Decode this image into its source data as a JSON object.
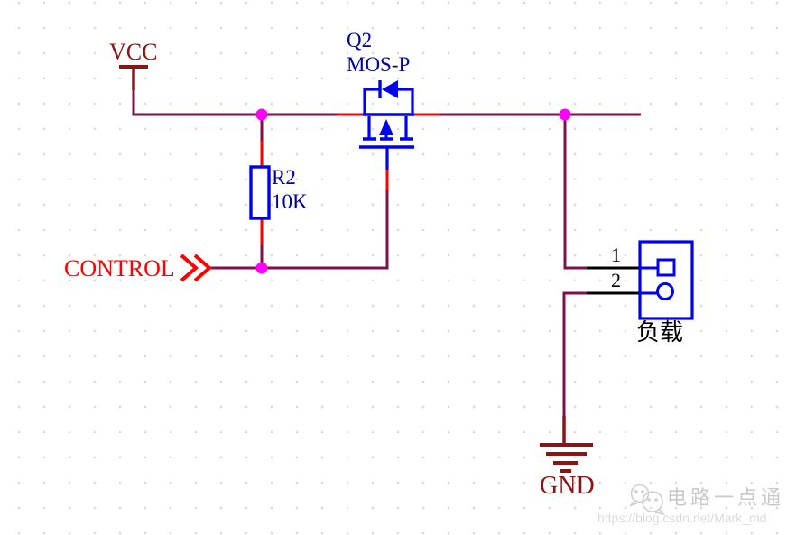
{
  "schematic": {
    "power": {
      "vcc_label": "VCC",
      "gnd_label": "GND"
    },
    "ports": {
      "control_label": "CONTROL"
    },
    "components": {
      "q2": {
        "designator": "Q2",
        "part": "MOS-P"
      },
      "r2": {
        "designator": "R2",
        "value": "10K"
      },
      "load_connector": {
        "pin1": "1",
        "pin2": "2",
        "label": "负载"
      }
    },
    "colors": {
      "wire": "#7D1149",
      "pin": "#FF0000",
      "component_outline": "#0000F0",
      "component_text": "#0000A0",
      "power_symbol": "#8B1414",
      "junction_dot": "#FF00FF",
      "pin_stub": "#000000"
    }
  },
  "watermark": {
    "brand": "电路一点通",
    "url": "https://blog.csdn.net/Mark_md"
  }
}
